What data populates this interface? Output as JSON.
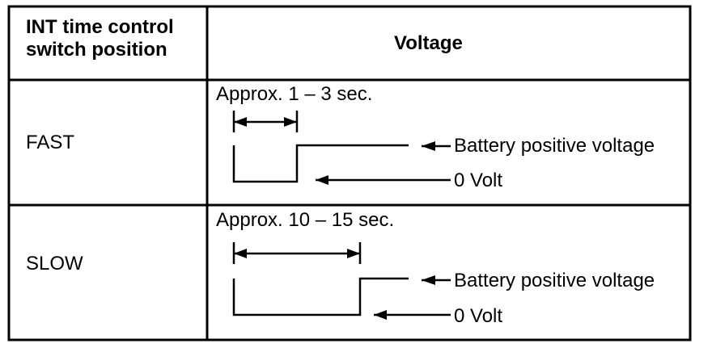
{
  "table": {
    "headers": {
      "position_line1": "INT time control",
      "position_line2": "switch position",
      "voltage": "Voltage"
    },
    "rows": [
      {
        "position": "FAST",
        "duration": "Approx. 1 – 3 sec.",
        "high_label": "Battery positive voltage",
        "low_label": "0 Volt"
      },
      {
        "position": "SLOW",
        "duration": "Approx. 10 – 15 sec.",
        "high_label": "Battery positive voltage",
        "low_label": "0 Volt"
      }
    ]
  }
}
